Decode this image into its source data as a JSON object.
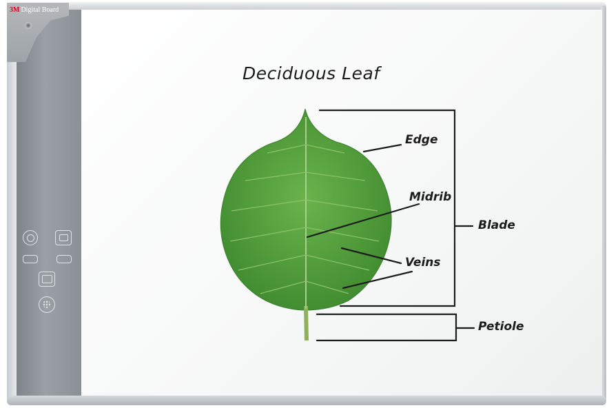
{
  "brand": {
    "logo": "3M",
    "name": "Digital Board"
  },
  "panel_icons": [
    "power-icon",
    "screen-icon",
    "capture-left-icon",
    "capture-right-icon",
    "display-icon",
    "palette-icon"
  ],
  "diagram": {
    "title": "Deciduous Leaf",
    "labels": {
      "edge": "Edge",
      "midrib": "Midrib",
      "veins": "Veins",
      "blade": "Blade",
      "petiole": "Petiole"
    }
  },
  "colors": {
    "leaf": "#4f9a3a",
    "leaf_dark": "#2f7a26",
    "ink": "#1b1b1b",
    "panel": "#8f959a"
  }
}
